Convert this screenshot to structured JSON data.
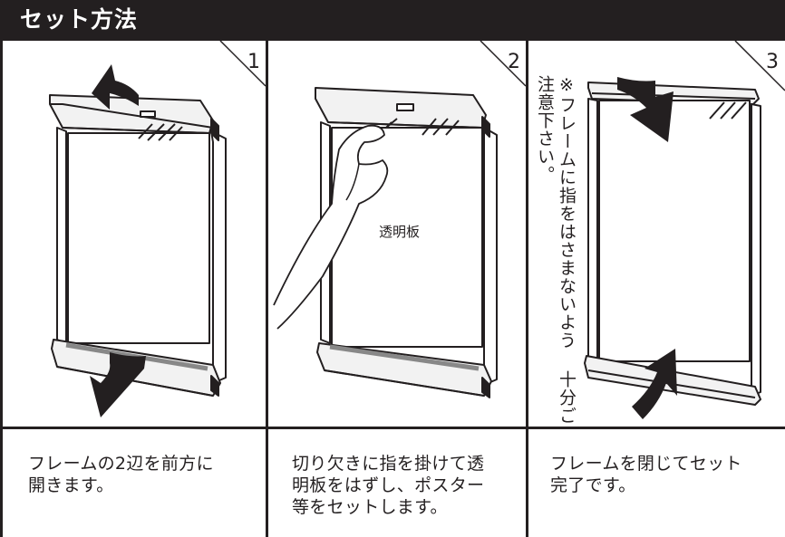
{
  "header": {
    "title": "セット方法"
  },
  "steps": [
    {
      "number": "1",
      "caption": "フレームの2辺を前方に\n開きます。"
    },
    {
      "number": "2",
      "caption": "切り欠きに指を掛けて透\n明板をはずし、ポスター\n等をセットします。",
      "label": "透明板"
    },
    {
      "number": "3",
      "caption": "フレームを閉じてセット\n完了です。",
      "note": "※フレームに指をはさまないよう\n十分ご注意下さい。"
    }
  ],
  "colors": {
    "ink": "#231f20",
    "background": "#ffffff",
    "header_bg": "#231f20",
    "header_text": "#ffffff"
  },
  "icons": [
    "arrow-open-up-icon",
    "arrow-open-down-icon",
    "hand-icon",
    "arrow-close-down-icon",
    "arrow-close-up-icon"
  ]
}
